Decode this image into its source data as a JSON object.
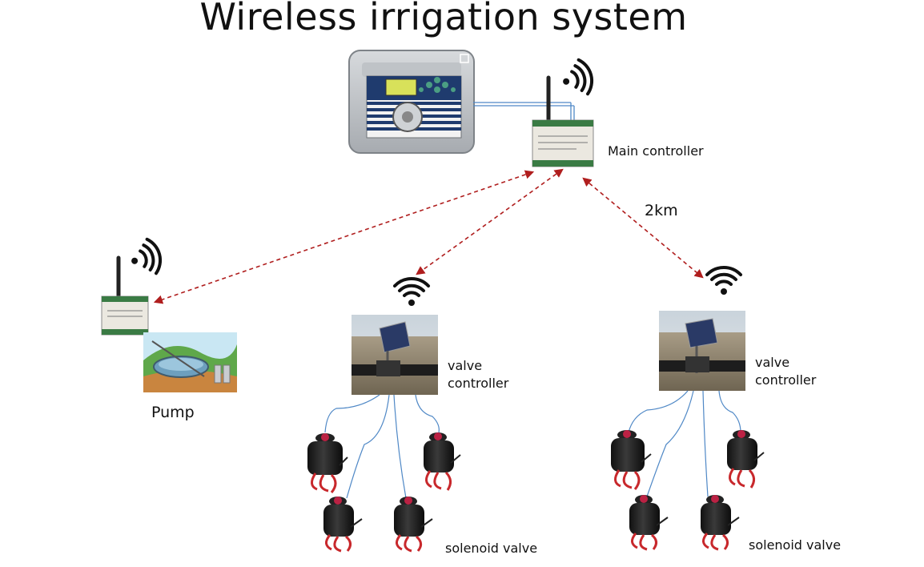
{
  "title": "Wireless irrigation system",
  "labels": {
    "main_controller": "Main controller",
    "distance": "2km",
    "pump": "Pump",
    "valve_controller_line1": "valve",
    "valve_controller_line2": "controller",
    "solenoid_valve": "solenoid valve"
  },
  "colors": {
    "link_line": "#b01e1e",
    "wire": "#4f88c6",
    "signal_icon": "#111111"
  },
  "icons": [
    "wifi-signal-icon",
    "antenna-icon"
  ]
}
